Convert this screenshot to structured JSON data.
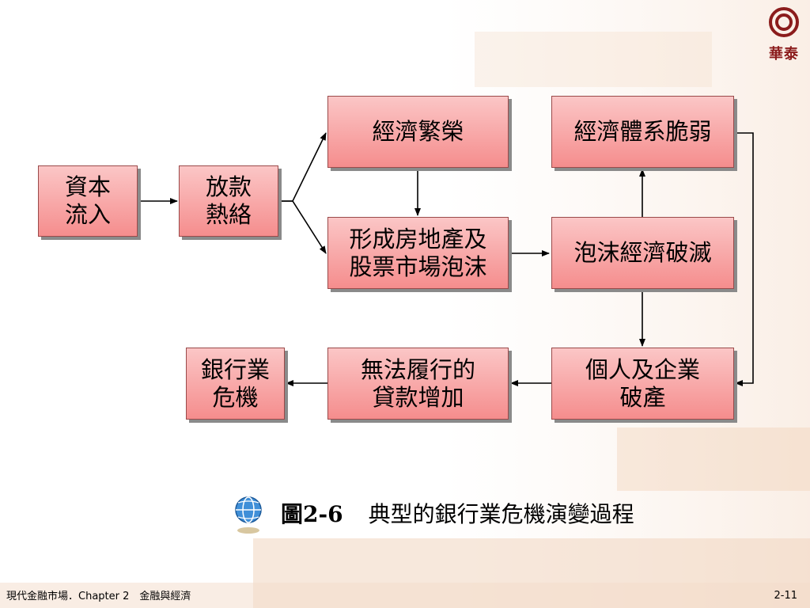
{
  "logo": {
    "text": "華泰"
  },
  "nodes": {
    "capital_inflow": [
      "資本",
      "流入"
    ],
    "loan_surge": [
      "放款",
      "熱絡"
    ],
    "economic_boom": [
      "經濟繁榮"
    ],
    "bubble_formation": [
      "形成房地產及",
      "股票市場泡沫"
    ],
    "weak_system": [
      "經濟體系脆弱"
    ],
    "bubble_burst": [
      "泡沫經濟破滅"
    ],
    "bankruptcy": [
      "個人及企業",
      "破產"
    ],
    "bad_loans": [
      "無法履行的",
      "貸款增加"
    ],
    "bank_crisis": [
      "銀行業",
      "危機"
    ]
  },
  "caption": {
    "figure_number": "圖2-6",
    "title": "典型的銀行業危機演變過程"
  },
  "footer": {
    "left": "現代金融市場．Chapter 2　金融與經濟",
    "page": "2-11"
  },
  "colors": {
    "box_top": "#fbc6c6",
    "box_bottom": "#f58d8d",
    "logo_red": "#8b1c1c"
  }
}
